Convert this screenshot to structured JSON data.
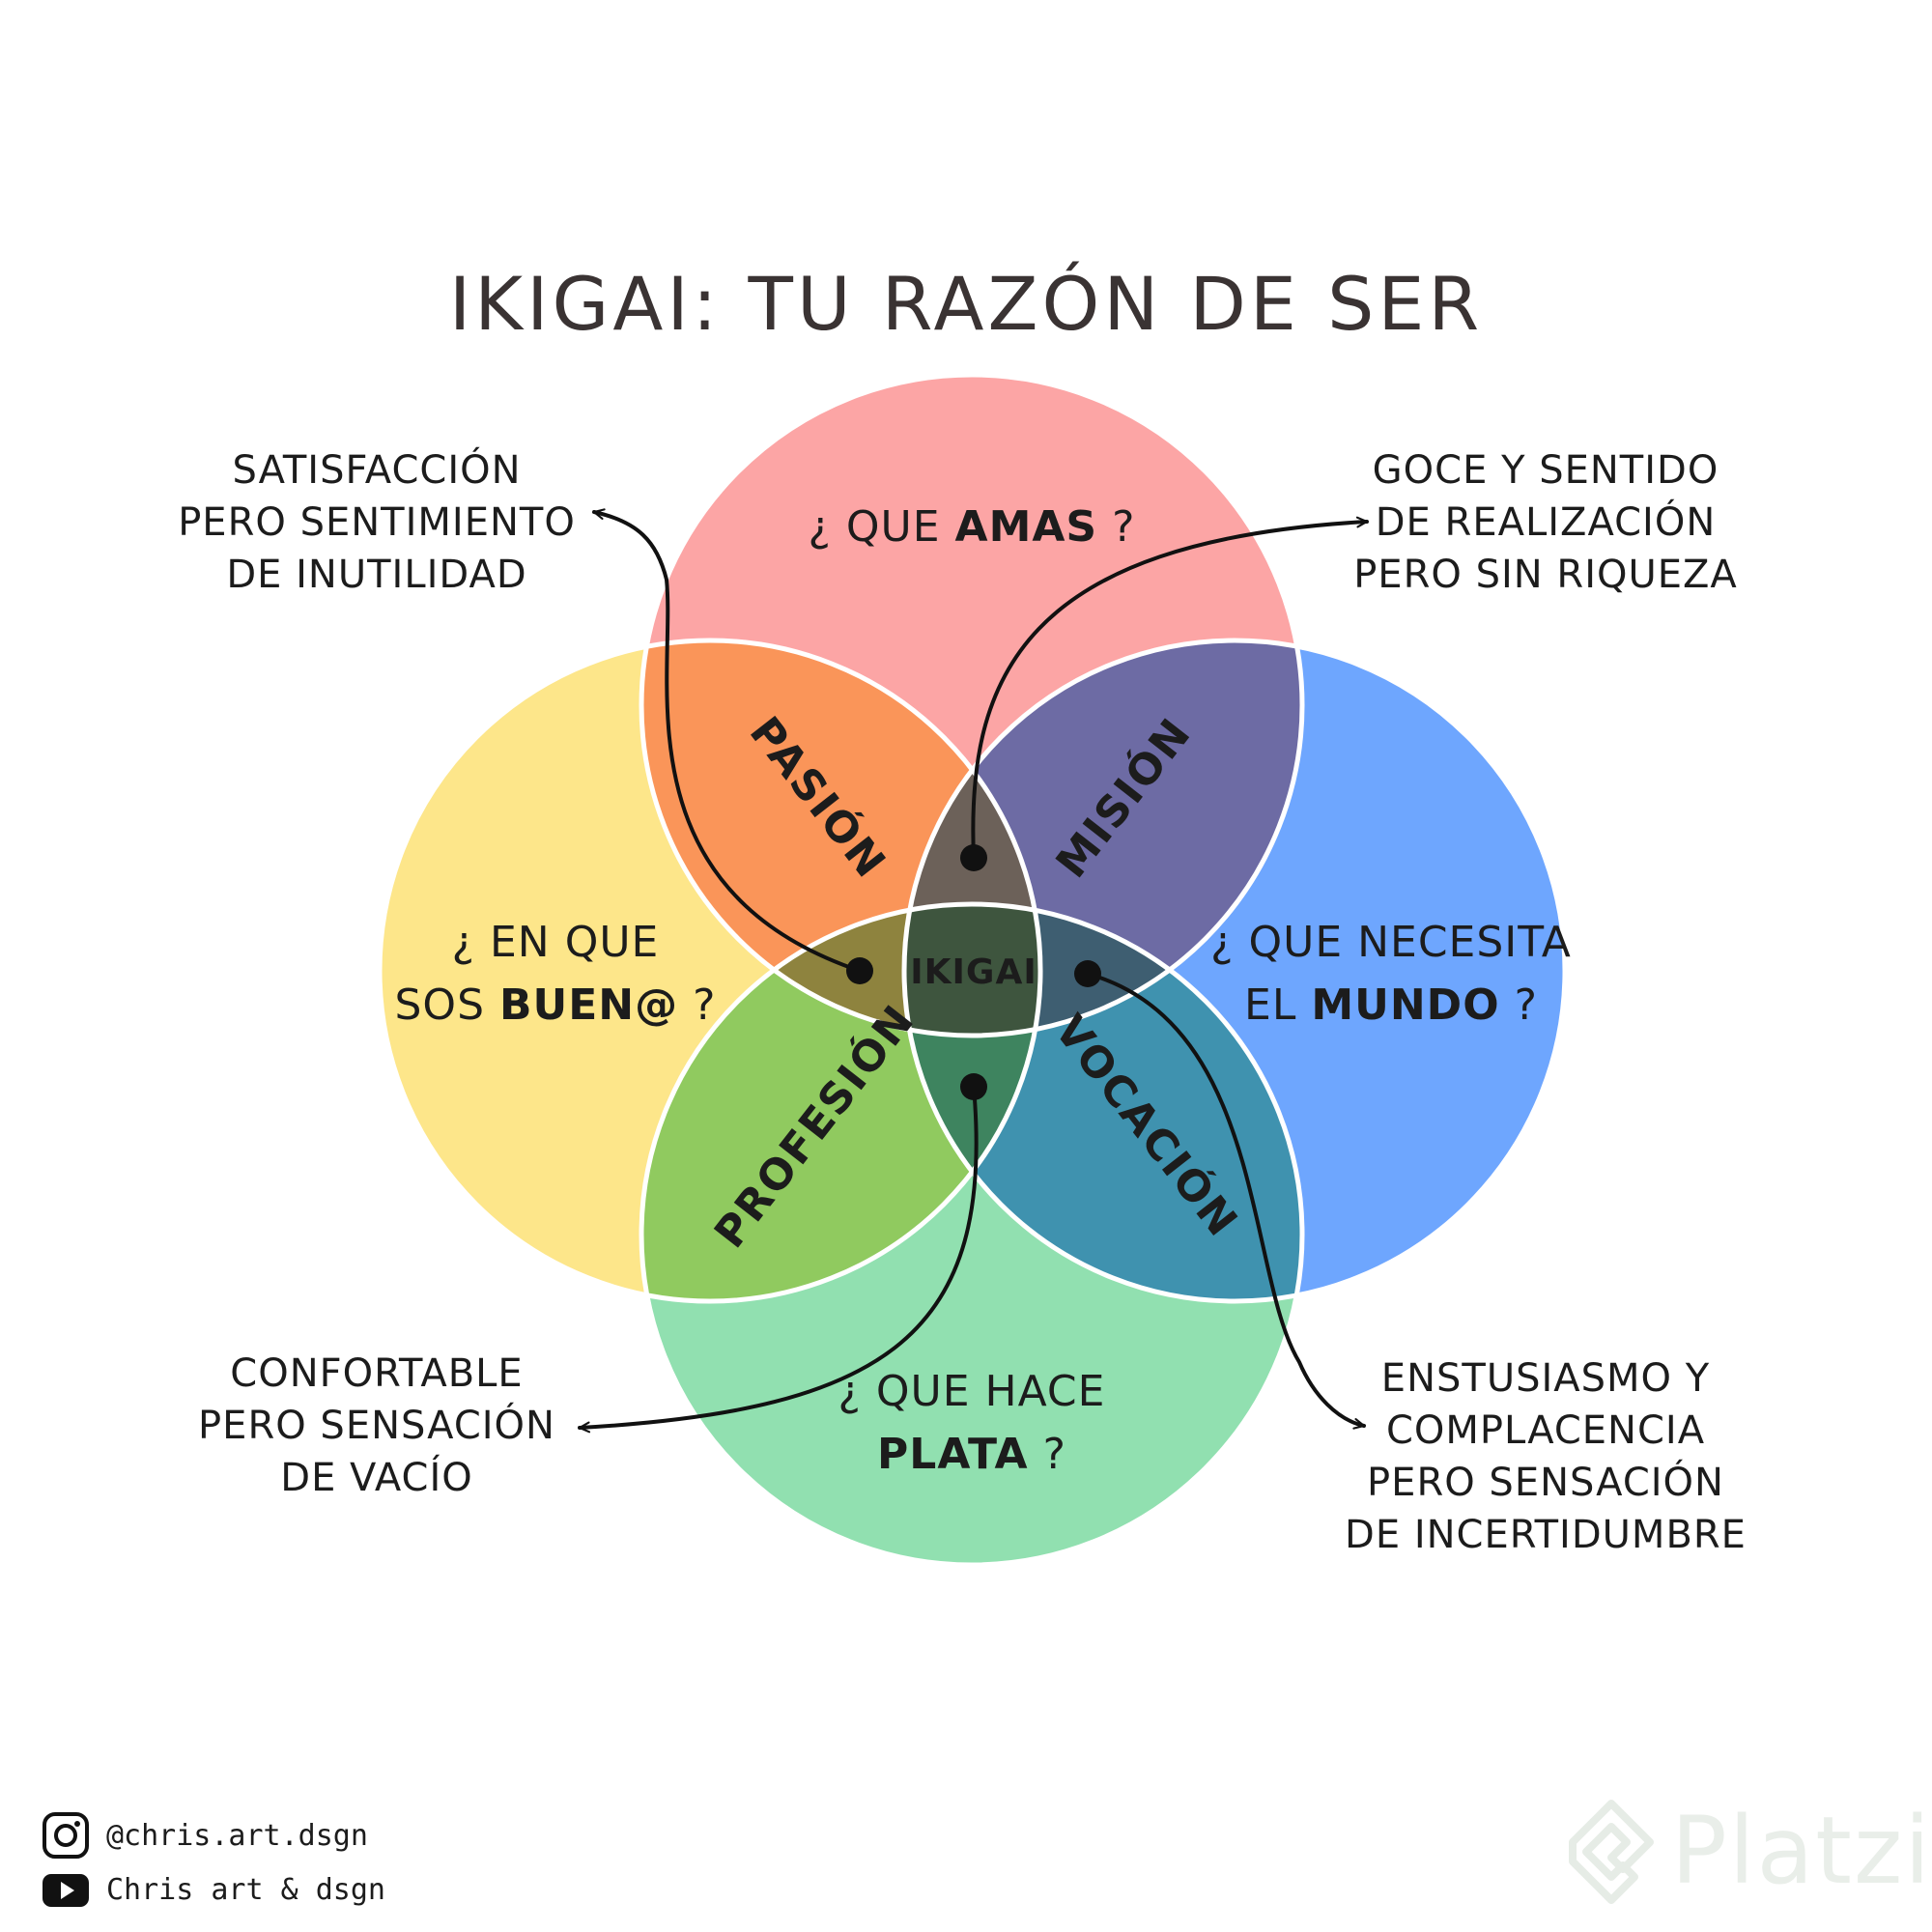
{
  "title": "IKIGAI: TU RAZÓN DE SER",
  "circles": {
    "love": {
      "pre": "¿ QUE ",
      "bold": "AMAS",
      "post": " ?",
      "color": "#fca5a5"
    },
    "good": {
      "line1": "¿ EN QUE",
      "pre": "SOS ",
      "bold": "BUEN@",
      "post": " ?",
      "color": "#fde68a"
    },
    "world": {
      "line1": "¿ QUE NECESITA",
      "pre": "EL ",
      "bold": "MUNDO",
      "post": " ?",
      "color": "#6ea6fe"
    },
    "paid": {
      "line1": "¿ QUE HACE",
      "pre": "",
      "bold": "PLATA",
      "post": " ?",
      "color": "#91e0b0"
    }
  },
  "intersections": {
    "passion": "PASIÓN",
    "mission": "MISIÓN",
    "profession": "PROFESIÓN",
    "vocation": "VOCACIÓN",
    "center": "IKIGAI"
  },
  "notes": {
    "top_left": [
      "SATISFACCIÓN",
      "PERO SENTIMIENTO",
      "DE INUTILIDAD"
    ],
    "top_right": [
      "GOCE Y SENTIDO",
      "DE REALIZACIÓN",
      "PERO SIN RIQUEZA"
    ],
    "bottom_left": [
      "CONFORTABLE",
      "PERO SENSACIÓN",
      "DE VACÍO"
    ],
    "bottom_right": [
      "ENSTUSIASMO Y",
      "COMPLACENCIA",
      "PERO SENSACIÓN",
      "DE INCERTIDUMBRE"
    ]
  },
  "social": {
    "instagram": {
      "icon": "instagram-icon",
      "handle": "@chris.art.dsgn"
    },
    "youtube": {
      "icon": "youtube-icon",
      "handle": "Chris art & dsgn"
    }
  },
  "watermark": {
    "icon": "platzi-logo-icon",
    "text": "Platzi"
  }
}
